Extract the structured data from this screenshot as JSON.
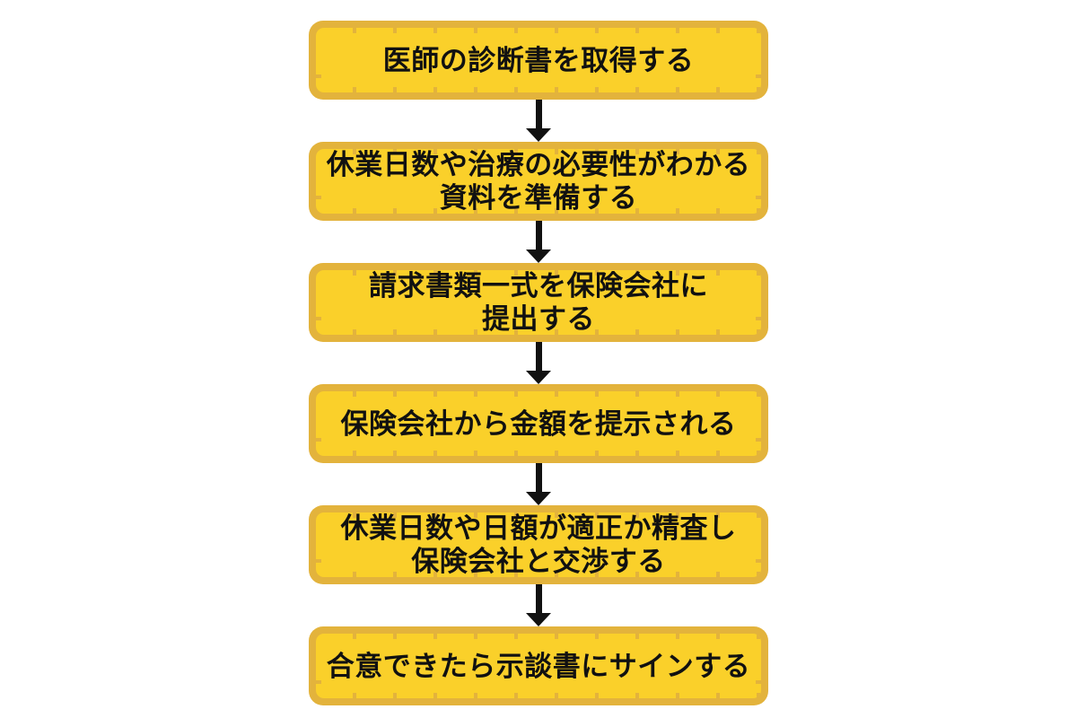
{
  "flowchart": {
    "description": "Vertical process flowchart of six steps connected by downward arrows",
    "colors": {
      "page_bg": "#FFFFFF",
      "box_fill": "#FAD02A",
      "box_border": "#E3B33C",
      "text": "#111111",
      "arrow": "#111111"
    },
    "steps": [
      {
        "lines": [
          "医師の診断書を取得する"
        ]
      },
      {
        "lines": [
          "休業日数や治療の必要性がわかる",
          "資料を準備する"
        ]
      },
      {
        "lines": [
          "請求書類一式を保険会社に",
          "提出する"
        ]
      },
      {
        "lines": [
          "保険会社から金額を提示される"
        ]
      },
      {
        "lines": [
          "休業日数や日額が適正か精査し",
          "保険会社と交渉する"
        ]
      },
      {
        "lines": [
          "合意できたら示談書にサインする"
        ]
      }
    ]
  }
}
